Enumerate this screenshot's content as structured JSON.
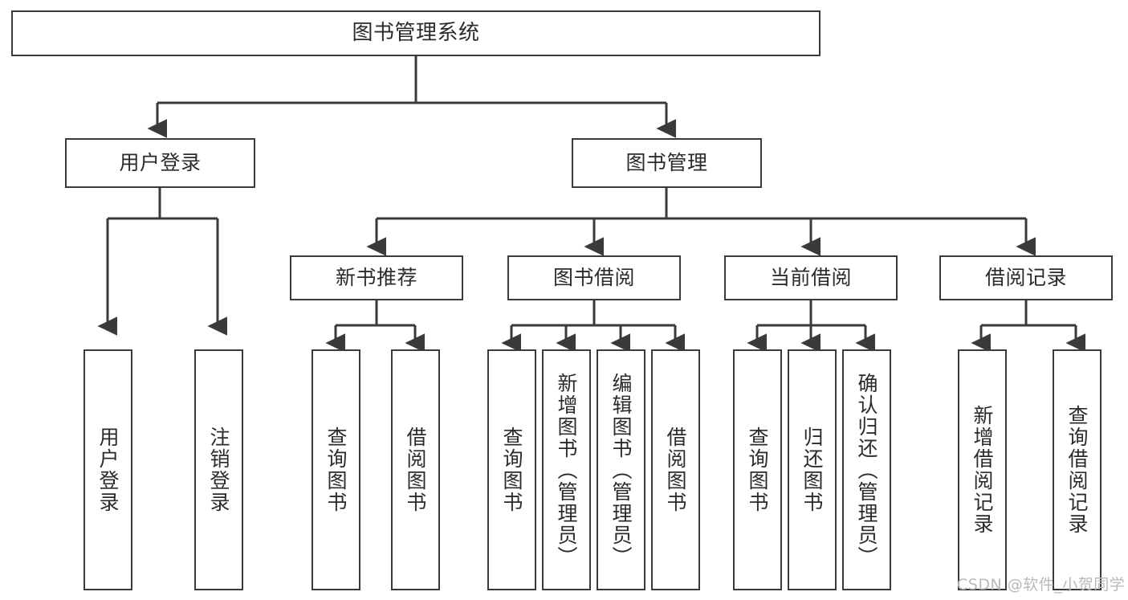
{
  "diagram": {
    "title": "图书管理系统",
    "watermark": "CSDN @软件_小贺同学",
    "level1": {
      "label": "图书管理系统"
    },
    "level2": [
      {
        "id": "user-login",
        "label": "用户登录"
      },
      {
        "id": "book-management",
        "label": "图书管理"
      }
    ],
    "level3": [
      {
        "id": "new-book-recommend",
        "label": "新书推荐"
      },
      {
        "id": "book-borrow",
        "label": "图书借阅"
      },
      {
        "id": "current-borrow",
        "label": "当前借阅"
      },
      {
        "id": "borrow-record",
        "label": "借阅记录"
      }
    ],
    "leaves": {
      "user_login": [
        {
          "id": "leaf-user-login",
          "label": "用户登录"
        },
        {
          "id": "leaf-logout-login",
          "label": "注销登录"
        }
      ],
      "new_book_recommend": [
        {
          "id": "leaf-query-book-1",
          "label": "查询图书"
        },
        {
          "id": "leaf-borrow-book-1",
          "label": "借阅图书"
        }
      ],
      "book_borrow": [
        {
          "id": "leaf-query-book-2",
          "label": "查询图书"
        },
        {
          "id": "leaf-add-book",
          "label": "新增图书（管理员）"
        },
        {
          "id": "leaf-edit-book",
          "label": "编辑图书（管理员）"
        },
        {
          "id": "leaf-borrow-book-2",
          "label": "借阅图书"
        }
      ],
      "current_borrow": [
        {
          "id": "leaf-query-book-3",
          "label": "查询图书"
        },
        {
          "id": "leaf-return-book",
          "label": "归还图书"
        },
        {
          "id": "leaf-confirm-return",
          "label": "确认归还（管理员）"
        }
      ],
      "borrow_record": [
        {
          "id": "leaf-add-record",
          "label": "新增借阅记录"
        },
        {
          "id": "leaf-query-record",
          "label": "查询借阅记录"
        }
      ]
    },
    "colors": {
      "stroke": "#3a3a3a",
      "fill": "#ffffff",
      "text": "#2b2b2b",
      "watermark": "#b9b9b9"
    }
  }
}
